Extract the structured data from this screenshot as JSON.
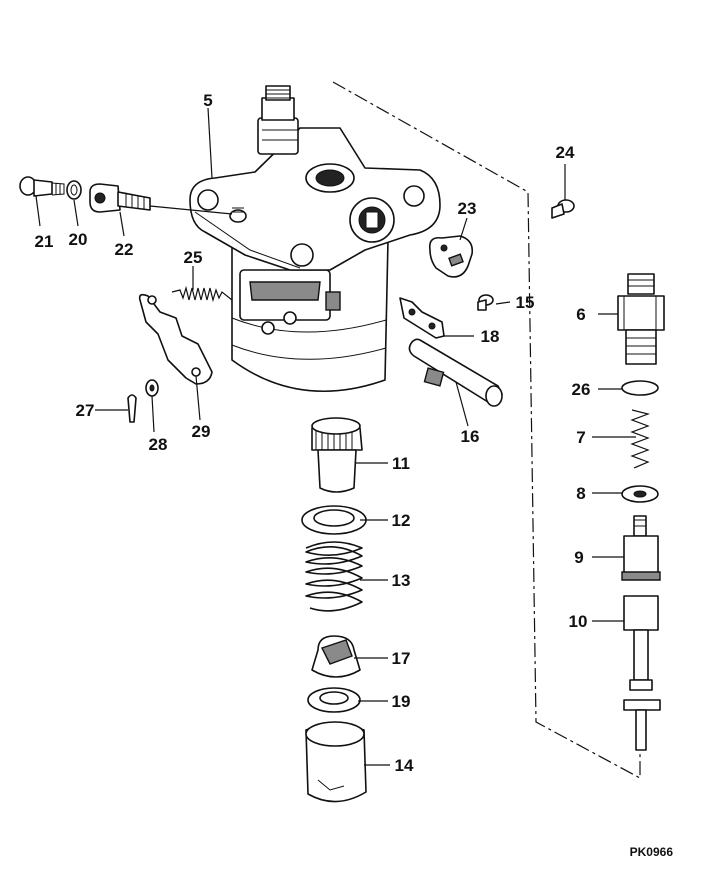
{
  "figure_code": "PK0966",
  "callouts": {
    "p5": "5",
    "p6": "6",
    "p7": "7",
    "p8": "8",
    "p9": "9",
    "p10": "10",
    "p11": "11",
    "p12": "12",
    "p13": "13",
    "p14": "14",
    "p15": "15",
    "p16": "16",
    "p17": "17",
    "p18": "18",
    "p19": "19",
    "p20": "20",
    "p21": "21",
    "p22": "22",
    "p23": "23",
    "p24": "24",
    "p25": "25",
    "p26": "26",
    "p27": "27",
    "p28": "28",
    "p29": "29"
  }
}
